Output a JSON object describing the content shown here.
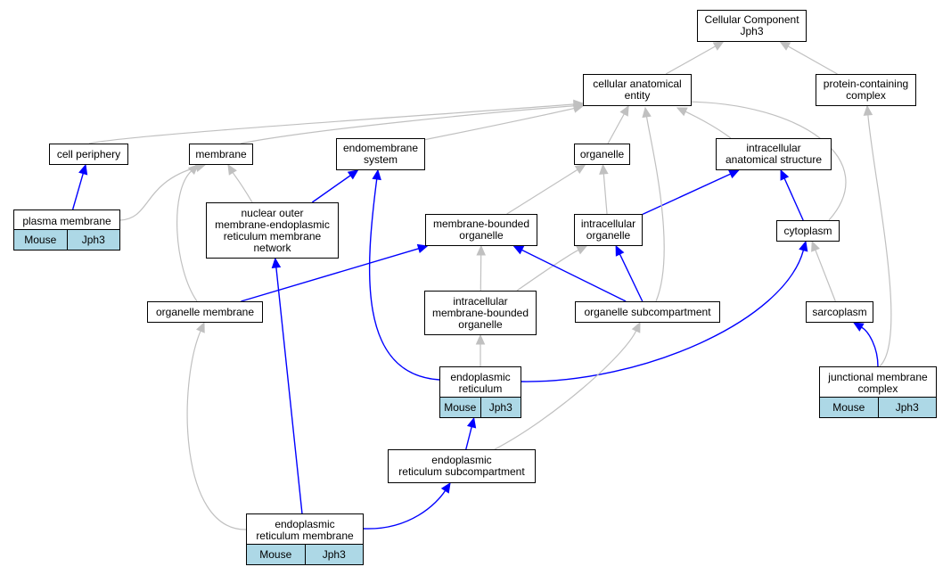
{
  "colors": {
    "is_a": "#c0c0c0",
    "part_of": "#0000ff",
    "annotation_fill": "#add8e6"
  },
  "annotation_labels": {
    "species": "Mouse",
    "gene": "Jph3"
  },
  "nodes": [
    {
      "id": "root",
      "label": "Cellular Component\nJph3"
    },
    {
      "id": "cae",
      "label": "cellular anatomical\nentity"
    },
    {
      "id": "pcc",
      "label": "protein-containing\ncomplex"
    },
    {
      "id": "cp",
      "label": "cell periphery"
    },
    {
      "id": "mem",
      "label": "membrane"
    },
    {
      "id": "ems",
      "label": "endomembrane\nsystem"
    },
    {
      "id": "org",
      "label": "organelle"
    },
    {
      "id": "ias",
      "label": "intracellular\nanatomical structure"
    },
    {
      "id": "pm",
      "label": "plasma membrane",
      "annotated": true
    },
    {
      "id": "nom",
      "label": "nuclear outer\nmembrane-endoplasmic\nreticulum membrane\nnetwork"
    },
    {
      "id": "mbo",
      "label": "membrane-bounded\norganelle"
    },
    {
      "id": "io",
      "label": "intracellular\norganelle"
    },
    {
      "id": "cyto",
      "label": "cytoplasm"
    },
    {
      "id": "om",
      "label": "organelle membrane"
    },
    {
      "id": "imbo",
      "label": "intracellular\nmembrane-bounded\norganelle"
    },
    {
      "id": "osc",
      "label": "organelle subcompartment"
    },
    {
      "id": "sarco",
      "label": "sarcoplasm"
    },
    {
      "id": "er",
      "label": "endoplasmic\nreticulum",
      "annotated": true
    },
    {
      "id": "jmc",
      "label": "junctional membrane\ncomplex",
      "annotated": true
    },
    {
      "id": "ersc",
      "label": "endoplasmic\nreticulum subcompartment"
    },
    {
      "id": "erm",
      "label": "endoplasmic\nreticulum membrane",
      "annotated": true
    }
  ],
  "edges": [
    {
      "from": "cae",
      "to": "root",
      "type": "is_a"
    },
    {
      "from": "pcc",
      "to": "root",
      "type": "is_a"
    },
    {
      "from": "cp",
      "to": "cae",
      "type": "is_a"
    },
    {
      "from": "mem",
      "to": "cae",
      "type": "is_a"
    },
    {
      "from": "ems",
      "to": "cae",
      "type": "is_a"
    },
    {
      "from": "org",
      "to": "cae",
      "type": "is_a"
    },
    {
      "from": "ias",
      "to": "cae",
      "type": "is_a"
    },
    {
      "from": "pm",
      "to": "cp",
      "type": "part_of"
    },
    {
      "from": "pm",
      "to": "mem",
      "type": "is_a"
    },
    {
      "from": "nom",
      "to": "mem",
      "type": "is_a"
    },
    {
      "from": "nom",
      "to": "ems",
      "type": "part_of"
    },
    {
      "from": "mbo",
      "to": "org",
      "type": "is_a"
    },
    {
      "from": "io",
      "to": "org",
      "type": "is_a"
    },
    {
      "from": "io",
      "to": "ias",
      "type": "part_of"
    },
    {
      "from": "cyto",
      "to": "ias",
      "type": "part_of"
    },
    {
      "from": "cyto",
      "to": "cae",
      "type": "is_a"
    },
    {
      "from": "om",
      "to": "mem",
      "type": "is_a"
    },
    {
      "from": "om",
      "to": "mbo",
      "type": "part_of"
    },
    {
      "from": "imbo",
      "to": "mbo",
      "type": "is_a"
    },
    {
      "from": "imbo",
      "to": "io",
      "type": "is_a"
    },
    {
      "from": "osc",
      "to": "mbo",
      "type": "part_of"
    },
    {
      "from": "osc",
      "to": "io",
      "type": "part_of"
    },
    {
      "from": "osc",
      "to": "cae",
      "type": "is_a"
    },
    {
      "from": "sarco",
      "to": "cyto",
      "type": "is_a"
    },
    {
      "from": "er",
      "to": "imbo",
      "type": "is_a"
    },
    {
      "from": "er",
      "to": "ems",
      "type": "part_of"
    },
    {
      "from": "er",
      "to": "cyto",
      "type": "part_of"
    },
    {
      "from": "jmc",
      "to": "sarco",
      "type": "part_of"
    },
    {
      "from": "jmc",
      "to": "pcc",
      "type": "is_a"
    },
    {
      "from": "ersc",
      "to": "er",
      "type": "part_of"
    },
    {
      "from": "ersc",
      "to": "osc",
      "type": "is_a"
    },
    {
      "from": "erm",
      "to": "ersc",
      "type": "part_of"
    },
    {
      "from": "erm",
      "to": "om",
      "type": "is_a"
    },
    {
      "from": "erm",
      "to": "nom",
      "type": "part_of"
    }
  ]
}
